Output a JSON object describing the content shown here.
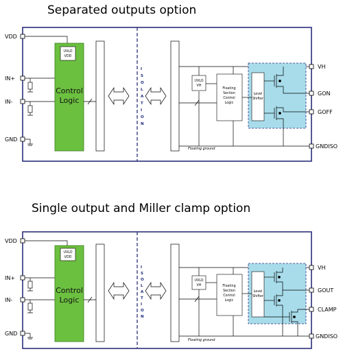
{
  "colors": {
    "frame": "#2b2f7a",
    "control": "#6cc040",
    "driver": "#a8dcea",
    "dash": "#2b2f7a"
  },
  "diagrams": [
    {
      "title": "Separated outputs option",
      "left_pins": [
        "VDD",
        "IN+",
        "IN-",
        "GND"
      ],
      "right_pins": [
        "VH",
        "GON",
        "GOFF",
        "GNDISO"
      ],
      "uvlo_left": [
        "UVLO",
        "VDD"
      ],
      "control_logic": [
        "Control",
        "Logic"
      ],
      "isolation_letters": [
        "I",
        "S",
        "O",
        "L",
        "A",
        "T",
        "I",
        "O",
        "N"
      ],
      "uvlo_right": [
        "UVLO",
        "VH"
      ],
      "floating": [
        "Floating",
        "Section",
        "Control",
        "Logic"
      ],
      "level_shifter": [
        "Level",
        "Shifter"
      ],
      "floating_ground": "Floating ground"
    },
    {
      "title": "Single output and Miller clamp option",
      "left_pins": [
        "VDD",
        "IN+",
        "IN-",
        "GND"
      ],
      "right_pins": [
        "VH",
        "GOUT",
        "CLAMP",
        "GNDISO"
      ],
      "uvlo_left": [
        "UVLO",
        "VDD"
      ],
      "control_logic": [
        "Control",
        "Logic"
      ],
      "isolation_letters": [
        "I",
        "S",
        "O",
        "L",
        "A",
        "T",
        "I",
        "O",
        "N"
      ],
      "uvlo_right": [
        "UVLO",
        "VH"
      ],
      "floating": [
        "Floating",
        "Section",
        "Control",
        "Logic"
      ],
      "level_shifter": [
        "Level",
        "Shifter"
      ],
      "floating_ground": "Floating ground"
    }
  ]
}
